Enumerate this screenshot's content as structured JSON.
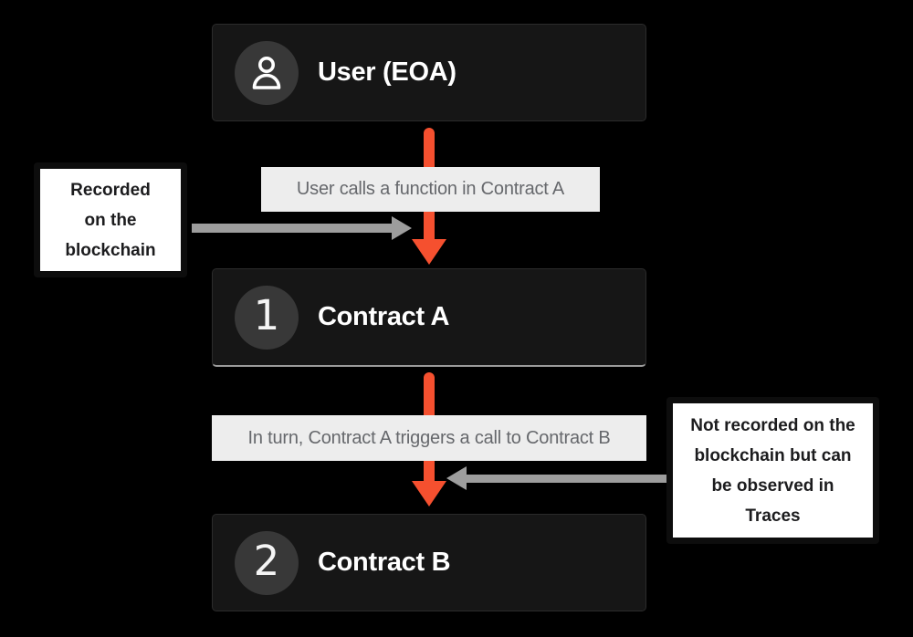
{
  "colors": {
    "background": "#000000",
    "node_fill": "#161616",
    "badge_circle": "#383838",
    "accent_orange": "#F5502F",
    "arrow_gray": "#9D9D9D",
    "edge_label_bg": "#EDEDED",
    "edge_label_text": "#66686C",
    "annotation_bg": "#FFFFFF",
    "annotation_border": "#0D0D0D"
  },
  "nodes": [
    {
      "id": "user-eoa",
      "label": "User (EOA)",
      "badge_icon": "user-icon"
    },
    {
      "id": "contract-a",
      "label": "Contract A",
      "badge_number": "1"
    },
    {
      "id": "contract-b",
      "label": "Contract B",
      "badge_number": "2"
    }
  ],
  "edges": [
    {
      "from": "user-eoa",
      "to": "contract-a",
      "label": "User calls a function in Contract A"
    },
    {
      "from": "contract-a",
      "to": "contract-b",
      "label": "In turn, Contract A triggers a call to Contract B"
    }
  ],
  "annotations": [
    {
      "side": "left",
      "text": "Recorded\non the\nblockchain"
    },
    {
      "side": "right",
      "text": "Not recorded on the\nblockchain but can\nbe observed in\nTraces"
    }
  ]
}
